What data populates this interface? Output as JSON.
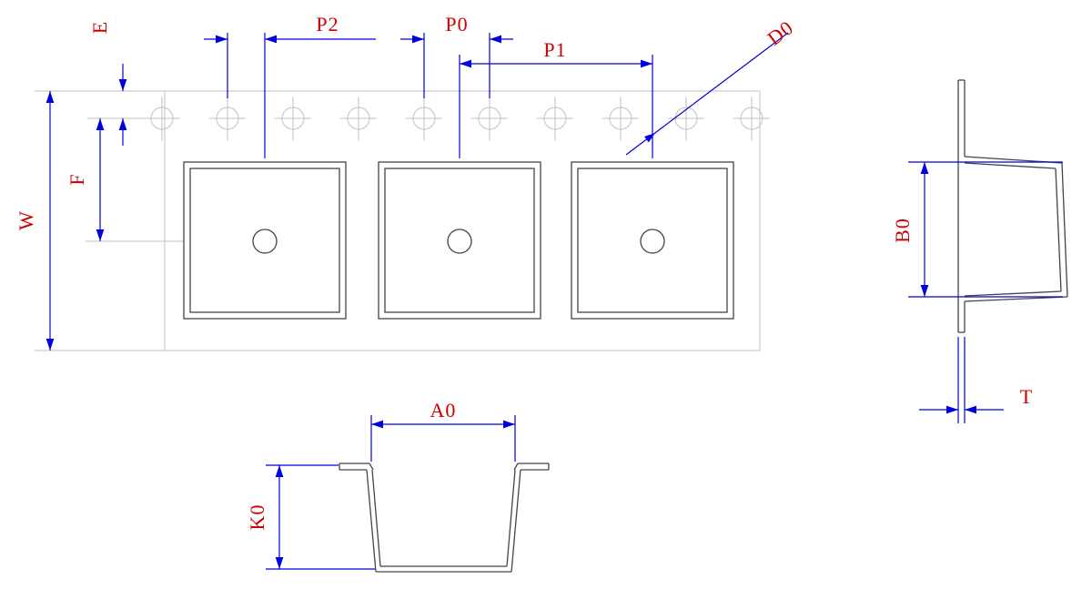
{
  "labels": {
    "E": "E",
    "P2": "P2",
    "P0": "P0",
    "P1": "P1",
    "D0": "D0",
    "W": "W",
    "F": "F",
    "B0": "B0",
    "T": "T",
    "A0": "A0",
    "K0": "K0"
  },
  "top_view": {
    "sprocket_hole_count": 10,
    "pocket_count": 3,
    "dimension_labels": [
      "E",
      "P2",
      "P0",
      "P1",
      "D0",
      "W",
      "F"
    ]
  },
  "side_view": {
    "dimension_labels": [
      "B0",
      "T"
    ]
  },
  "section_view": {
    "dimension_labels": [
      "A0",
      "K0"
    ]
  },
  "colors": {
    "dimension_line": "#0000dd",
    "label_text": "#cc0000",
    "tape_outline": "#c0c0c0",
    "pocket_outline": "#444444",
    "background": "#ffffff"
  }
}
